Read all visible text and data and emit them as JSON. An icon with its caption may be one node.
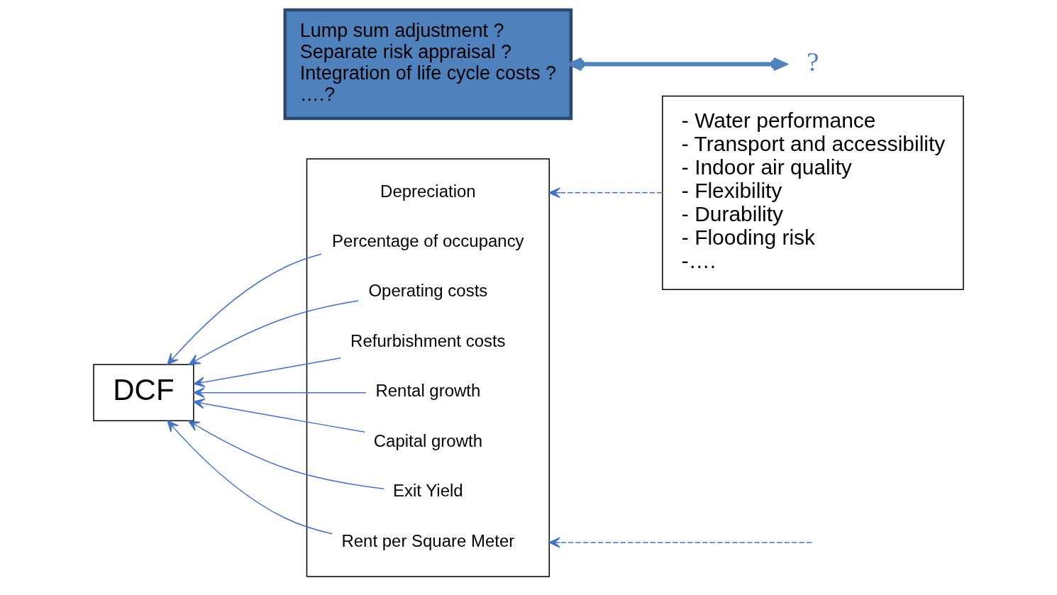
{
  "diagram": {
    "nodes": [
      {
        "text": [
          "DCF"
        ]
      },
      {
        "text": [],
        "shape": "box"
      },
      {
        "text": [
          "Rent per Square Meter"
        ],
        "in": 1
      },
      {
        "text": [
          "Percentage of occupancy"
        ],
        "in": 1
      },
      {
        "text": [
          "Operating costs"
        ],
        "in": 1
      },
      {
        "text": [
          "Refurbishment costs"
        ],
        "in": 1
      },
      {
        "text": [
          "Rental growth"
        ],
        "in": 1
      },
      {
        "text": [
          "Capital growth"
        ],
        "in": 1
      },
      {
        "text": [
          "Exit Yield"
        ],
        "in": 1
      },
      {
        "text": [
          "Depreciation"
        ],
        "in": 1
      },
      {
        "text": [
          "- Water performance",
          "- Transport and accessibility",
          "- Indoor air quality",
          "- Flexibility",
          "- Durability",
          "- Flooding risk",
          "-…."
        ]
      },
      {
        "text": [
          "Lump sum adjustment ?",
          "Separate risk appraisal ?",
          "Integration of life cycle costs ?",
          "….?"
        ]
      },
      {
        "text": [
          "?"
        ]
      }
    ],
    "edges": [
      {
        "from": 2,
        "to": 0,
        "arrow": "to"
      },
      {
        "from": 3,
        "to": 0,
        "arrow": "to"
      },
      {
        "from": 4,
        "to": 0,
        "arrow": "to"
      },
      {
        "from": 5,
        "to": 0,
        "arrow": "to"
      },
      {
        "from": 6,
        "to": 0,
        "arrow": "to"
      },
      {
        "from": 7,
        "to": 0,
        "arrow": "to"
      },
      {
        "from": 8,
        "to": 0,
        "arrow": "to"
      },
      {
        "from": null,
        "to": 1,
        "arrow": "to",
        "style": "dashed"
      },
      {
        "from": 10,
        "to": 1,
        "arrow": "to",
        "style": "dashed"
      },
      {
        "from": 12,
        "to": 11,
        "arrow": "both",
        "style": "thick",
        "color": "#4f81bd"
      }
    ]
  }
}
